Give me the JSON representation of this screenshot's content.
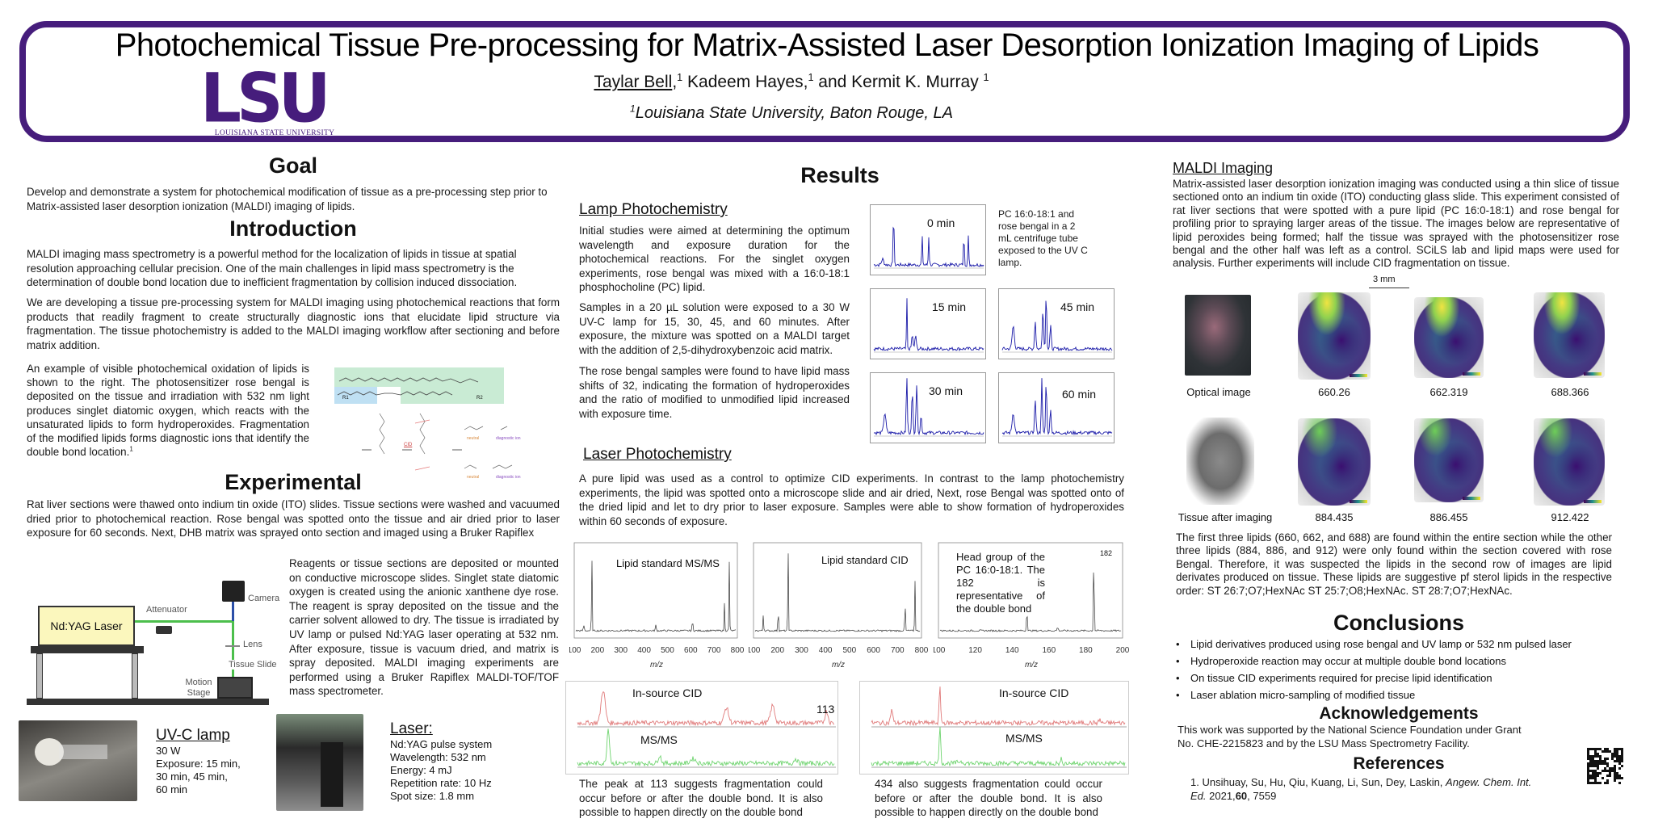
{
  "header": {
    "title": "Photochemical Tissue Pre-processing for Matrix-Assisted Laser Desorption Ionization Imaging of Lipids",
    "logo_text": "LSU",
    "logo_subtitle": "LOUISIANA STATE UNIVERSITY",
    "authors": [
      {
        "name": "Taylar Bell",
        "affil": "1"
      },
      {
        "name": "Kadeem Hayes",
        "affil": "1"
      },
      {
        "name": "and Kermit K. Murray",
        "affil": "1"
      }
    ],
    "affiliation_mark": "1",
    "affiliation": "Louisiana State  University, Baton Rouge, LA",
    "brand_color": "#461D7C"
  },
  "goal": {
    "heading": "Goal",
    "text": "Develop and demonstrate a system for photochemical modification of tissue as a pre-processing step prior to Matrix-assisted laser desorption ionization (MALDI) imaging of lipids."
  },
  "introduction": {
    "heading": "Introduction",
    "p1": "MALDI imaging mass spectrometry is a powerful method for the localization of lipids in tissue at spatial resolution approaching cellular precision. One of the main challenges in lipid mass spectrometry is the determination of double bond location due to inefficient fragmentation by collision induced dissociation.",
    "p2": "We are developing a tissue pre-processing system for MALDI imaging using photochemical reactions that form products that readily fragment to create structurally diagnostic ions that elucidate lipid structure via fragmentation. The tissue photochemistry is added to the MALDI imaging workflow after sectioning and before matrix addition.",
    "p3": "An example of visible photochemical oxidation of lipids is shown to the right. The photosensitizer rose bengal is deposited on the tissue and irradiation with 532 nm light produces singlet diatomic oxygen, which reacts with the unsaturated lipids to form hydroperoxides. Fragmentation of the modified lipids forms diagnostic ions that identify the double bond location.",
    "p3_ref": "1",
    "scheme": {
      "r1": "R1",
      "r2": "R2",
      "cid": "CID",
      "neutral": "neutral",
      "diagnostic": "diagnostic ion"
    }
  },
  "experimental": {
    "heading": "Experimental",
    "p1": "Rat liver sections were thawed onto indium tin oxide (ITO) slides. Tissue sections were washed and vacuumed dried prior to photochemical reaction. Rose bengal was spotted onto the tissue and air dried prior to laser exposure for 60 seconds. Next, DHB matrix was sprayed onto section and imaged using a Bruker Rapiflex",
    "p2": "Reagents or tissue sections are deposited or mounted on conductive microscope slides. Singlet state diatomic oxygen is created using the anionic xanthene dye rose. The reagent is spray deposited on the tissue and the carrier solvent allowed to dry. The tissue is irradiated by UV lamp or pulsed Nd:YAG laser operating at 532 nm. After exposure, tissue is vacuum dried, and matrix is spray deposited. MALDI imaging experiments are performed using a Bruker Rapiflex MALDI-TOF/TOF mass spectrometer.",
    "diagram": {
      "laser": "Nd:YAG Laser",
      "attenuator": "Attenuator",
      "camera": "Camera",
      "lens": "Lens",
      "slide": "Tissue Slide",
      "stage": "Motion Stage"
    },
    "uv_lamp": {
      "title": "UV-C lamp",
      "lines": [
        "30 W",
        "Exposure: 15 min,",
        "30  min,  45  min,",
        "60 min"
      ]
    },
    "laser": {
      "title": "Laser:",
      "lines": [
        "Nd:YAG pulse system",
        "Wavelength: 532 nm",
        "Energy: 4 mJ",
        "Repetition rate: 10 Hz",
        "Spot size: 1.8 mm"
      ]
    }
  },
  "results": {
    "heading": "Results",
    "lamp": {
      "heading": "Lamp Photochemistry",
      "p1": "Initial studies were aimed at determining the optimum wavelength and exposure duration for the photochemical reactions. For the singlet oxygen experiments, rose bengal was mixed with a 16:0-18:1 phosphocholine (PC) lipid.",
      "p2": "Samples in a 20 µL solution were exposed to a 30 W UV-C lamp for 15, 30, 45, and 60 minutes. After exposure, the mixture was spotted on a MALDI target with the addition of 2,5-dihydroxybenzoic acid matrix.",
      "p3": "The rose bengal samples were found to have lipid mass shifts of 32, indicating the formation of hydroperoxides and the ratio of modified to unmodified lipid increased with exposure time.",
      "spectra_labels": [
        "0 min",
        "15 min",
        "45 min",
        "30 min",
        "60 min"
      ],
      "caption": "PC 16:0-18:1 and rose bengal in a 2 mL centrifuge tube exposed to the UV C lamp.",
      "spectrum_color": "#1a1aa8"
    },
    "laser": {
      "heading": "Laser Photochemistry",
      "p1": "A pure lipid was used as a control to optimize CID experiments. In contrast to the lamp photochemistry experiments, the lipid was spotted onto a microscope slide and air dried, Next, rose Bengal was spotted onto of the dried lipid and let to dry prior to laser exposure. Samples were able to show formation of hydroperoxides within 60 seconds of exposure.",
      "spectra": [
        {
          "label": "Lipid standard MS/MS",
          "xticks": [
            "100",
            "200",
            "300",
            "400",
            "500",
            "600",
            "700",
            "800"
          ],
          "xlabel": "m/z"
        },
        {
          "label": "Lipid standard CID",
          "xticks": [
            "100",
            "200",
            "300",
            "400",
            "500",
            "600",
            "700",
            "800"
          ],
          "xlabel": "m/z"
        },
        {
          "label": "Head group of the PC 16:0-18:1. The 182 is representative of the double bond",
          "peak_label": "182",
          "xticks": [
            "100",
            "120",
            "140",
            "160",
            "180",
            "200"
          ],
          "xlabel": "m/z"
        }
      ],
      "cid_panels": [
        {
          "top_label": "In-source CID",
          "bottom_label": "MS/MS",
          "peak_label": "113",
          "caption": "The peak at 113 suggests fragmentation could occur before or after the double bond. It is also possible to happen directly on the double bond"
        },
        {
          "top_label": "In-source CID",
          "bottom_label": "MS/MS",
          "caption": "434 also suggests fragmentation could occur before or after the double bond. It is also possible to happen directly on the double bond"
        }
      ],
      "cid_color": "#e07a7a",
      "msms_color": "#6fd46f"
    }
  },
  "maldi": {
    "heading": "MALDI Imaging",
    "p1": "Matrix-assisted laser desorption ionization imaging was conducted using a thin slice of tissue sectioned onto an indium tin oxide (ITO) conducting glass slide. This experiment consisted of rat liver sections that were spotted with a pure lipid (PC 16:0-18:1) and rose bengal for profiling prior to spraying larger areas of the tissue. The images below are representative of lipid peroxides being formed; half the tissue was sprayed with the photosensitizer rose bengal and the other half was left as a control. SCiLS lab and lipid maps were used for analysis. Further experiments will include CID fragmentation on tissue.",
    "scale_bar": "3 mm",
    "row1": [
      "Optical image",
      "660.26",
      "662.319",
      "688.366"
    ],
    "row2": [
      "Tissue after imaging",
      "884.435",
      "886.455",
      "912.422"
    ],
    "p2": "The first three lipids (660, 662, and 688) are found within the entire section while the other three lipids (884, 886, and 912) were only found within the section covered with rose Bengal. Therefore, it was suspected the lipids in the second row of images are lipid derivates produced on tissue. These lipids are suggestive pf sterol lipids in the respective order: ST 26:7;O7;HexNAc ST 25:7;O8;HexNAc. ST 28:7;O7;HexNAc."
  },
  "conclusions": {
    "heading": "Conclusions",
    "items": [
      "Lipid derivatives produced using rose bengal and UV lamp or 532 nm pulsed laser",
      "Hydroperoxide reaction may occur at multiple double bond locations",
      "On tissue CID experiments required for precise lipid identification",
      "Laser ablation micro-sampling of modified tissue"
    ]
  },
  "acknowledgements": {
    "heading": "Acknowledgements",
    "text": "This work was supported by the National Science Foundation under Grant No. CHE-2215823 and by the LSU Mass Spectrometry Facility."
  },
  "references": {
    "heading": "References",
    "items": [
      {
        "num": "1.",
        "authors": "Unsihuay, Su, Hu, Qiu, Kuang, Li, Sun, Dey, Laskin,",
        "journal": "Angew. Chem. Int. Ed.",
        "year": "2021,",
        "volume": "60",
        "pages": ", 7559"
      }
    ]
  },
  "qr_code": "qr-code-icon"
}
